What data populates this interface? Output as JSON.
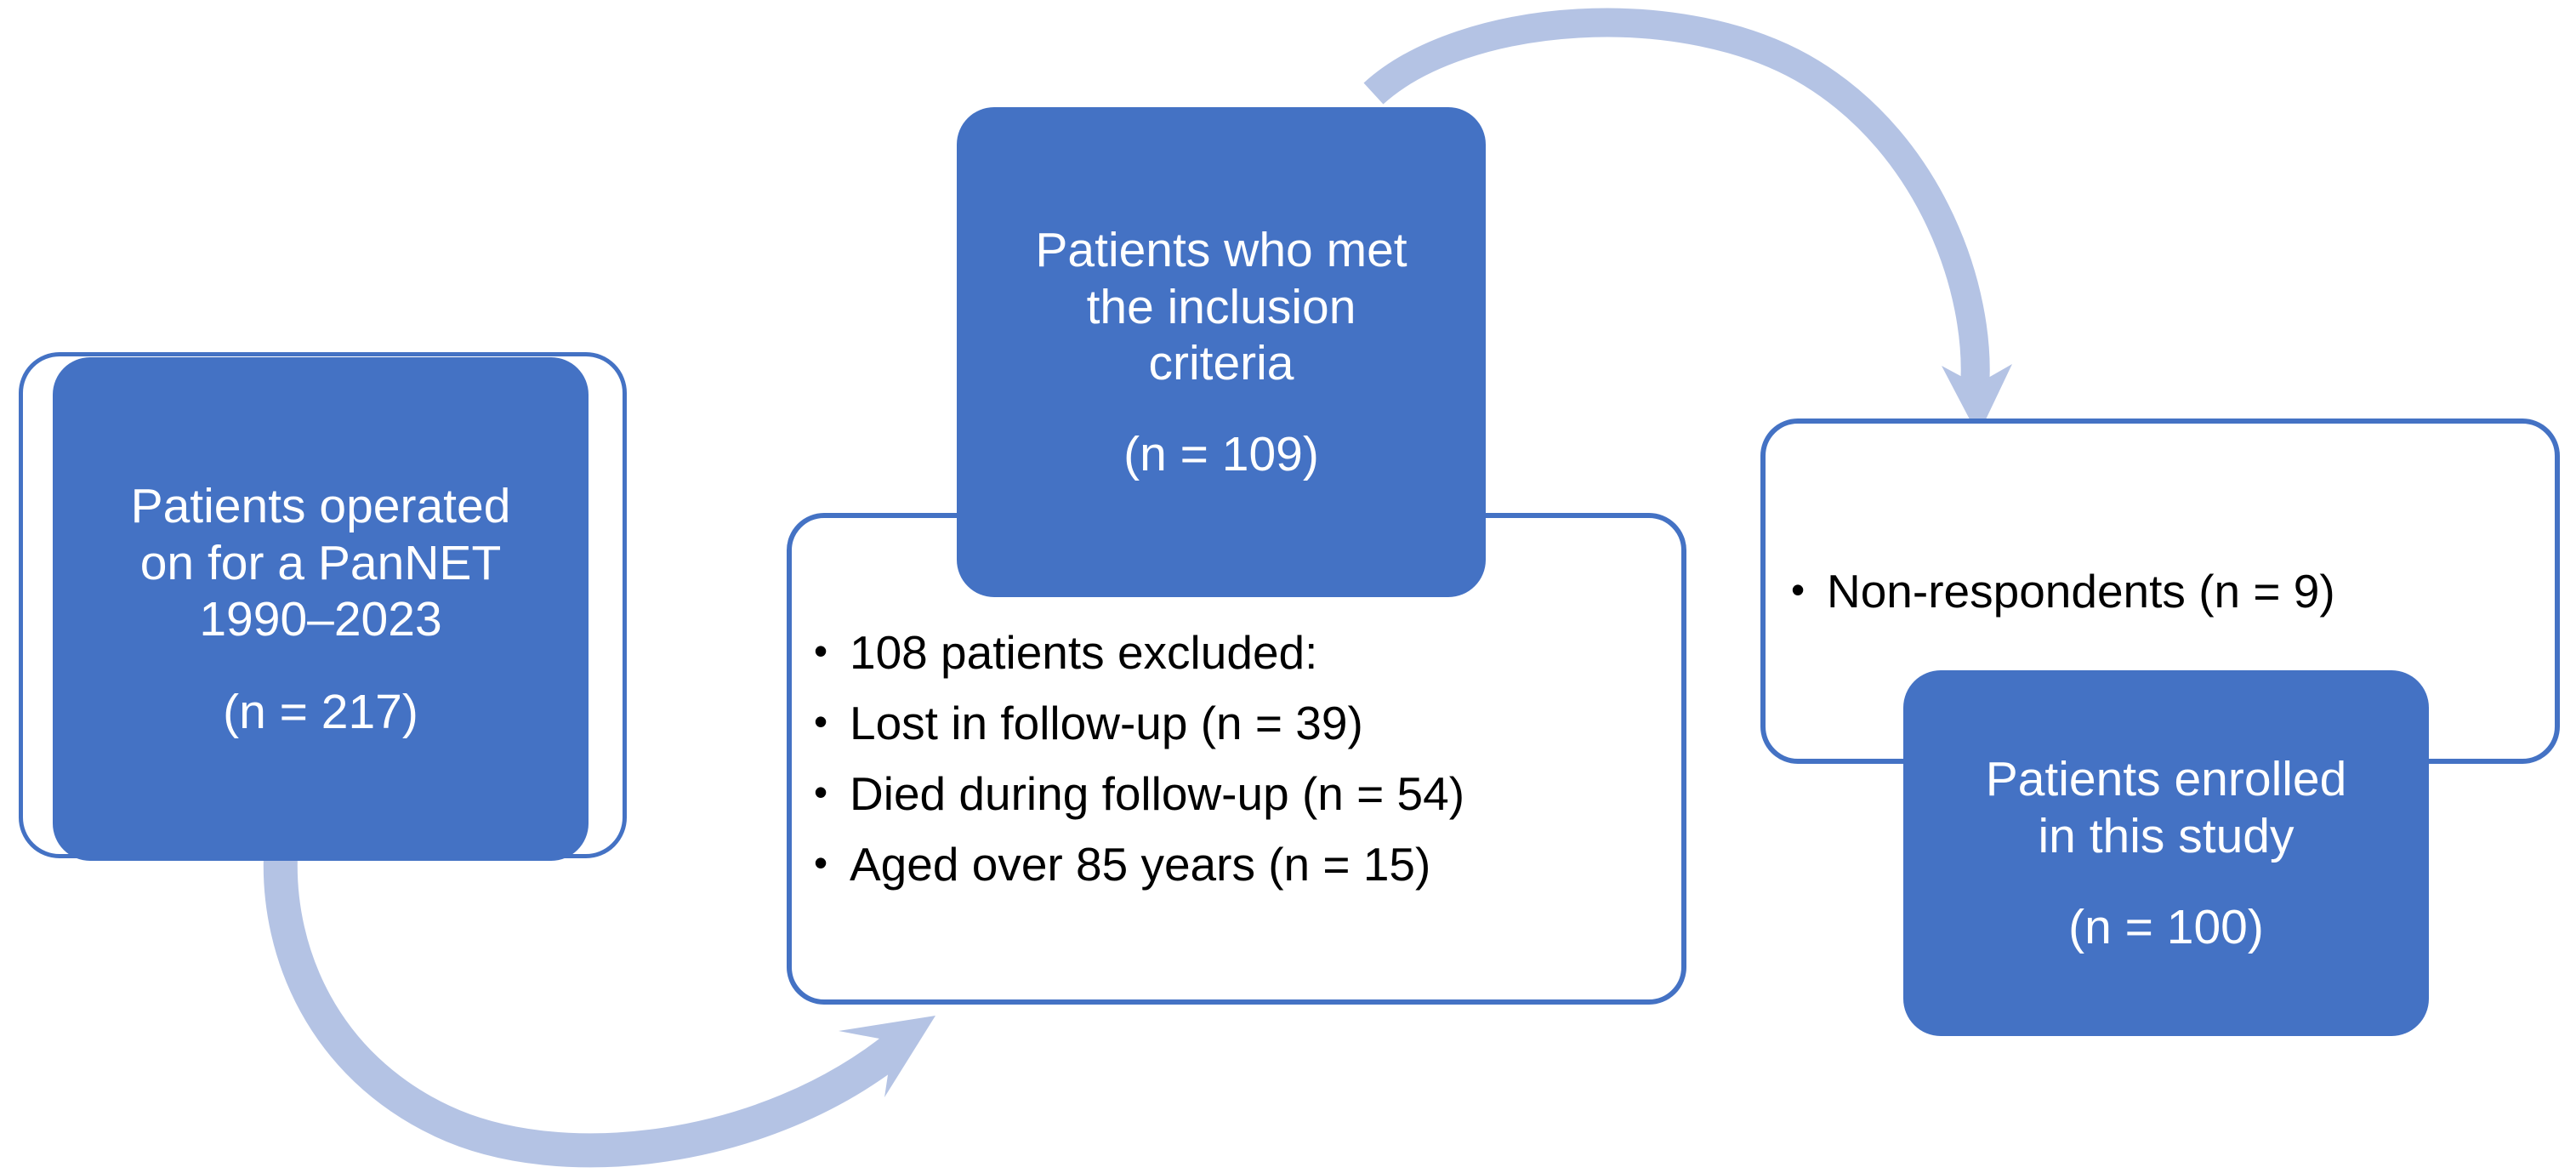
{
  "diagram": {
    "title": "PanNET study patient flow diagram",
    "colors": {
      "box_fill": "#4472C4",
      "box_border": "#4472C4",
      "arrow": "#B4C3E4",
      "filled_text": "#FFFFFF",
      "outline_text": "#000000",
      "background": "#FFFFFF"
    }
  },
  "nodes": {
    "operated": {
      "lines": [
        "Patients operated",
        "on for a PanNET",
        "1990–2023"
      ],
      "count": "(n = 217)"
    },
    "inclusion": {
      "lines": [
        "Patients who met",
        "the inclusion",
        "criteria"
      ],
      "count": "(n = 109)"
    },
    "excluded": {
      "items": [
        "108 patients excluded:",
        "Lost in follow-up (n = 39)",
        "Died during follow-up (n = 54)",
        "Aged over 85 years (n = 15)"
      ],
      "bullet": "•"
    },
    "nonrespondents": {
      "items": [
        "Non-respondents (n = 9)"
      ],
      "bullet": "•"
    },
    "enrolled": {
      "lines": [
        "Patients enrolled",
        "in this study"
      ],
      "count": "(n = 100)"
    }
  },
  "arrows": [
    {
      "name": "operated-to-excluded",
      "from": "operated",
      "to": "excluded",
      "style": "curved-arc-up-right"
    },
    {
      "name": "inclusion-to-nonrespondents",
      "from": "inclusion",
      "to": "nonrespondents",
      "style": "curved-arc-over-down"
    }
  ]
}
